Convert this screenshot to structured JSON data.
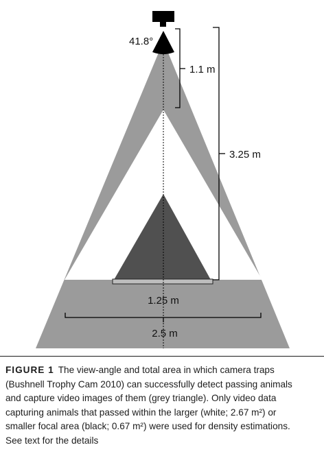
{
  "figure": {
    "angle_label": "41.8°",
    "dim_camera_to_focal": "1.1 m",
    "dim_total_depth": "3.25 m",
    "dim_focal_base": "1.25 m",
    "dim_total_base": "2.5 m",
    "colors": {
      "grey_area": "#9b9b9b",
      "white_area": "#ffffff",
      "black_area": "#505050",
      "focal_bar": "#bdbdbd",
      "camera": "#000000",
      "lines": "#000000"
    }
  },
  "caption": {
    "label": "FIGURE 1",
    "lines": [
      "The view-angle and total area in which camera traps",
      "(Bushnell Trophy Cam 2010) can successfully detect passing animals",
      "and capture video images of them (grey triangle). Only video data",
      "capturing animals that passed within the larger (white; 2.67 m²) or",
      "smaller focal area (black; 0.67 m²) were used for density estimations.",
      "See text for the details"
    ]
  }
}
